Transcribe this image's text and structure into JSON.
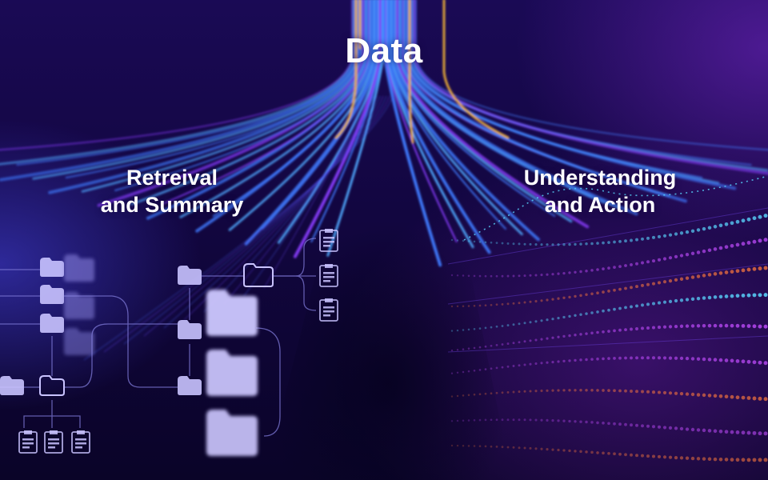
{
  "title": "Data",
  "left": {
    "line1": "Retreival",
    "line2": "and Summary"
  },
  "right": {
    "line1": "Understanding",
    "line2": "and Action"
  },
  "colors": {
    "background": "#120640",
    "beam_blue": "#3f7bff",
    "beam_violet": "#8a3cff",
    "beam_gold": "#f2b234",
    "folder": "#c9c3ff",
    "dot_orange": "#ff7a3c",
    "dot_cyan": "#5ad7ff",
    "dot_magenta": "#c34dff"
  },
  "icons": [
    "folder-icon",
    "document-icon"
  ]
}
